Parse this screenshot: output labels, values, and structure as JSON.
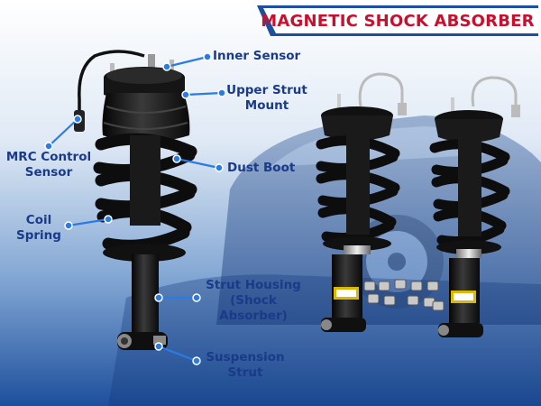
{
  "banner": {
    "title": "MAGNETIC SHOCK ABSORBER"
  },
  "labels": {
    "inner_sensor": "Inner Sensor",
    "upper_strut_mount": "Upper Strut\nMount",
    "mrc_control_sensor": "MRC Control\nSensor",
    "dust_boot": "Dust Boot",
    "coil_spring": "Coil\nSpring",
    "strut_housing": "Strut Housing\n(Shock\nAbsorber)",
    "suspension_strut": "Suspension\nStrut"
  },
  "colors": {
    "title_red": "#c8102e",
    "label_blue": "#1a3a8a",
    "pointer_blue": "#2a7be4",
    "background_top": "#ffffff",
    "background_bottom": "#1d4f9c"
  }
}
